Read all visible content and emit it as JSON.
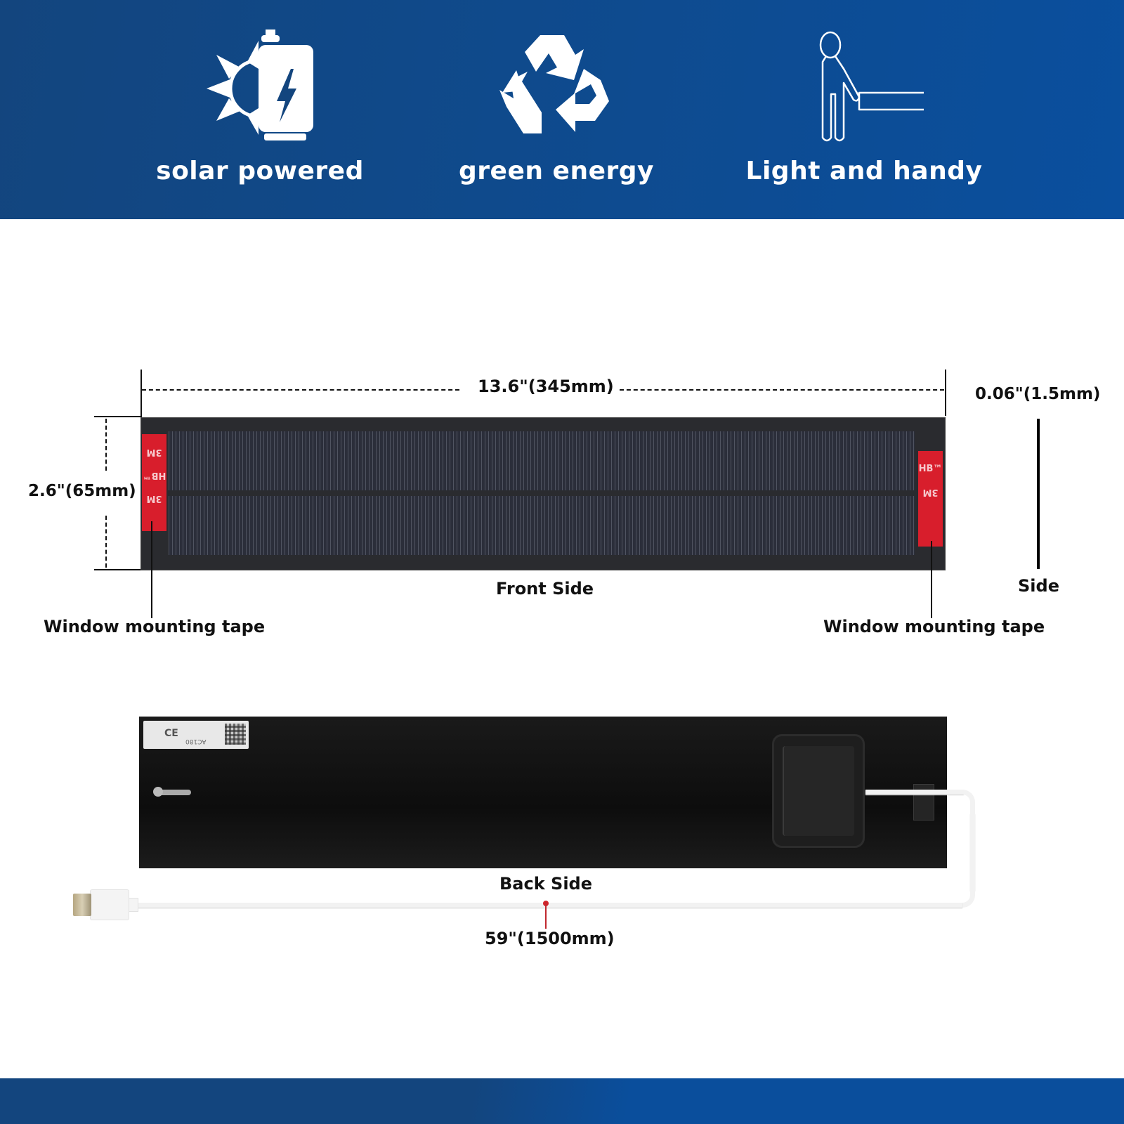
{
  "header_banner": {
    "background_colors": [
      "#13457e",
      "#0a4f9e"
    ],
    "features": [
      {
        "icon": "solar-battery-icon",
        "label": "solar powered"
      },
      {
        "icon": "recycle-icon",
        "label": "green energy"
      },
      {
        "icon": "person-carrying-panel-icon",
        "label": "Light and handy"
      }
    ]
  },
  "front_view": {
    "width_dimension": "13.6\"(345mm)",
    "height_dimension": "2.6\"(65mm)",
    "caption": "Front Side",
    "tape_labels": {
      "left": "Window mounting tape",
      "right": "Window mounting tape"
    },
    "tape_print": [
      "3M",
      "HB™",
      "3M",
      "HB™"
    ],
    "tape_color": "#d81e2c",
    "panel_color": "#2a2b2f"
  },
  "side_view": {
    "thickness_dimension": "0.06\"(1.5mm)",
    "caption": "Side"
  },
  "back_view": {
    "caption": "Back Side",
    "cable_length": "59\"(1500mm)",
    "sticker": {
      "model": "AC180",
      "mark": "CE"
    },
    "marker_color": "#d2232a"
  },
  "footer_banner": {
    "background_colors": [
      "#13457e",
      "#0a4e9c"
    ]
  }
}
